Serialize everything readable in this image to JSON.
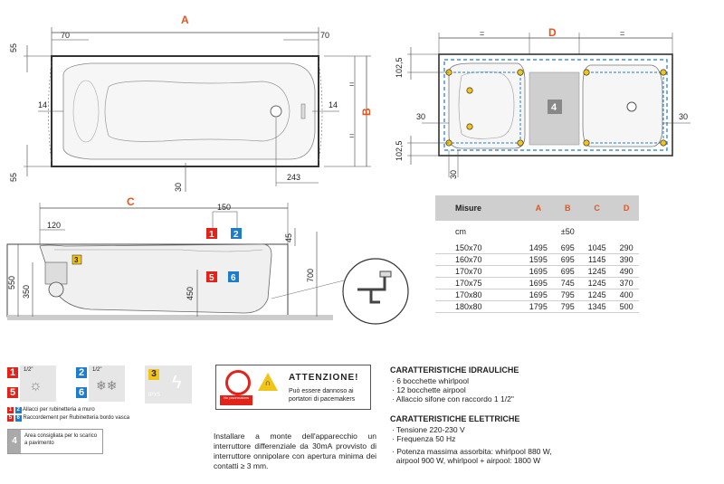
{
  "dims": {
    "A": "A",
    "B": "B",
    "C": "C",
    "D": "D",
    "d70": "70",
    "d55": "55",
    "d14": "14",
    "d30": "30",
    "d243": "243",
    "d1025": "102,5",
    "d120": "120",
    "d150": "150",
    "d45": "45",
    "d550": "550",
    "d350": "350",
    "d450": "450",
    "d700": "700",
    "eq": "=",
    "zone4": "4"
  },
  "table": {
    "header": [
      "Misure",
      "A",
      "B",
      "C",
      "D"
    ],
    "unit": "cm",
    "tolerance": "±50",
    "rows": [
      [
        "150x70",
        "1495",
        "695",
        "1045",
        "290"
      ],
      [
        "160x70",
        "1595",
        "695",
        "1145",
        "390"
      ],
      [
        "170x70",
        "1695",
        "695",
        "1245",
        "490"
      ],
      [
        "170x75",
        "1695",
        "745",
        "1245",
        "370"
      ],
      [
        "170x80",
        "1695",
        "795",
        "1245",
        "400"
      ],
      [
        "180x80",
        "1795",
        "795",
        "1345",
        "500"
      ]
    ]
  },
  "legend": {
    "n1": "1",
    "n5": "5",
    "n2": "2",
    "n6": "6",
    "n3": "3",
    "n4": "4",
    "half1": "1/2\"",
    "half2": "1/2\"",
    "ipx": "IPX5",
    "line1": "Allacci per rubinetteria a muro",
    "line2": "Raccordement per Rubinetteria bordo vasca",
    "zone_text": "Area consigliata per lo scarico a pavimento"
  },
  "warning": {
    "title": "ATTENZIONE!",
    "text": "Può essere dannoso ai portatori di pacemakers",
    "sign": "No pacemakers"
  },
  "note": "Installare a monte dell'apparecchio un interruttore differenziale da 30mA provvisto di interruttore onnipolare con apertura minima dei contatti ≥ 3 mm.",
  "hydraulic": {
    "title": "CARATTERISTICHE IDRAULICHE",
    "items": [
      "· 6 bocchette whirlpool",
      "· 12 bocchette airpool",
      "· Allaccio sifone con raccordo 1 1/2\""
    ]
  },
  "electric": {
    "title": "CARATTERISTICHE ELETTRICHE",
    "items": [
      "· Tensione 220-230 V",
      "· Frequenza 50 Hz",
      "· Potenza massima assorbita: whirlpool 880 W,",
      "  airpool 900 W, whirlpool + airpool: 1800 W"
    ]
  },
  "colors": {
    "accent": "#e8541b",
    "red": "#e2231a",
    "blue": "#1d7ccc",
    "yellow": "#f0c419"
  }
}
